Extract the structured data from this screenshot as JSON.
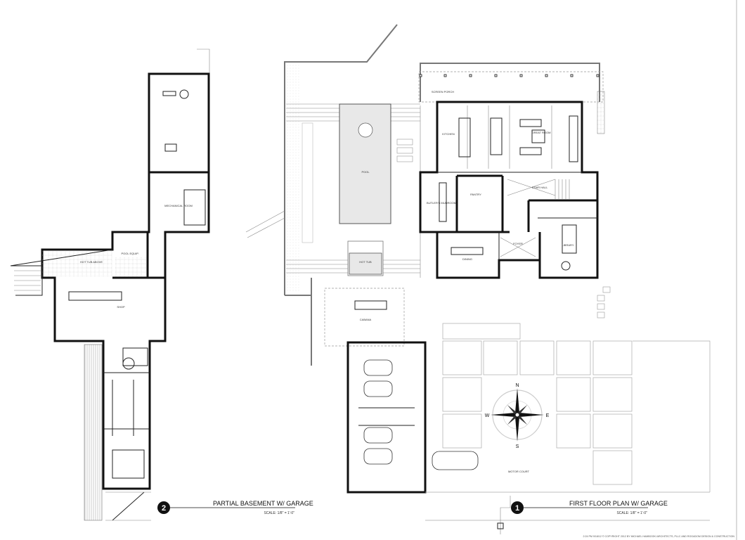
{
  "drawings": [
    {
      "number": "2",
      "title": "PARTIAL BASEMENT W/ GARAGE",
      "scale": "SCALE: 1/8\" = 1'-0\""
    },
    {
      "number": "1",
      "title": "FIRST FLOOR PLAN W/ GARAGE",
      "scale": "SCALE: 1/8\" = 1'-0\""
    }
  ],
  "basement_rooms": {
    "mechanical": "MECHANICAL ROOM",
    "pool_equip": "POOL EQUIP.",
    "hot_tub_above": "HOT TUB ABOVE",
    "shop": "SHOP"
  },
  "first_floor_rooms": {
    "screen_porch": "SCREEN PORCH",
    "kitchen": "KITCHEN",
    "great_room": "GREAT ROOM",
    "pantry": "PANTRY",
    "butlers": "BUTLER'S MUDROOM",
    "stair_hall": "STAIR HALL",
    "foyer": "FOYER",
    "dining": "DINING",
    "library": "LIBRARY",
    "pool": "POOL",
    "hot_tub": "HOT TUB",
    "cabana": "CABANA",
    "motor_court": "MOTOR COURT"
  },
  "compass": {
    "n": "N",
    "s": "S",
    "e": "E",
    "w": "W"
  },
  "copyright": "2:24 PM 9/18/12  © COPYRIGHT 2012 BY MICHAEL HAMBOOKI ARCHITECTS, PLLC AND ROGADOM DESIGN & CONSTRUCTION"
}
